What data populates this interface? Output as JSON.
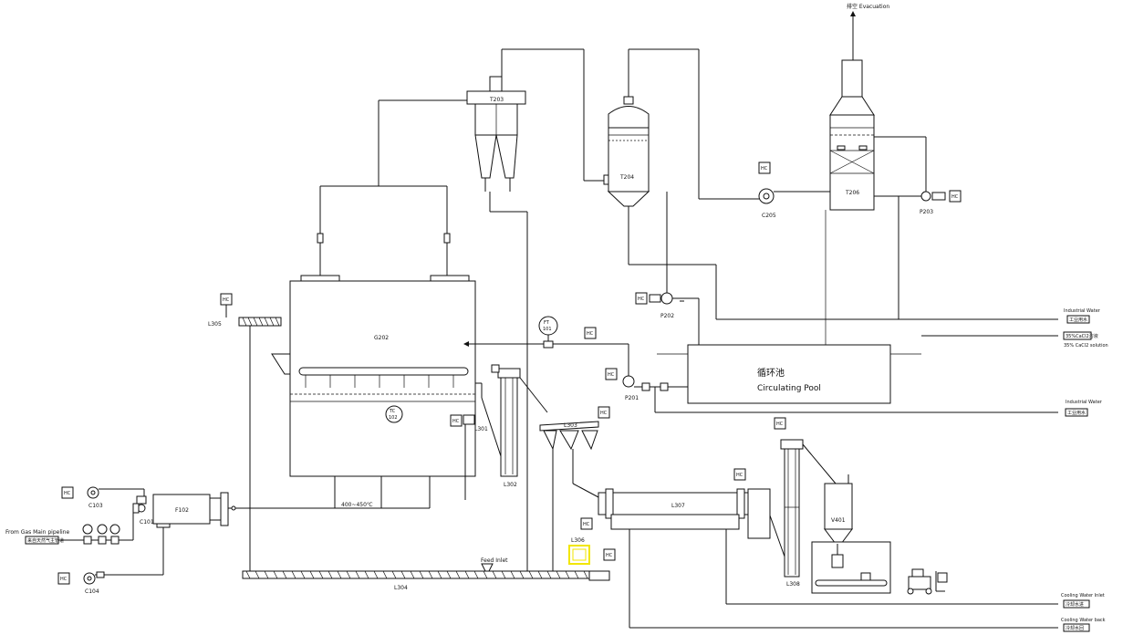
{
  "labels": {
    "evacuation": "排空 Evacuation",
    "t203": "T203",
    "t204": "T204",
    "t206": "T206",
    "c205": "C205",
    "p203": "P203",
    "p202": "P202",
    "p201": "P201",
    "g202": "G202",
    "l305": "L305",
    "l301": "L301",
    "l302": "L302",
    "l303": "L303",
    "l304": "L304",
    "l306": "L306",
    "l307": "L307",
    "l308": "L308",
    "v401": "V401",
    "f102": "F102",
    "c101": "C101",
    "c103": "C103",
    "c104": "C104",
    "ft101_top": "FT",
    "ft101_bot": "101",
    "tc102_top": "TC",
    "tc102_bot": "102",
    "temp_range": "400~450℃",
    "feed_inlet": "Feed Inlet",
    "pool_cn": "循环池",
    "pool_en": "Circulating Pool",
    "industrial_water_1": "Industrial Water",
    "cacl2_solution": "35% CaCl2 solution",
    "industrial_water_2": "Industrial Water",
    "cooling_water_inlet": "Cooling Water Inlet",
    "cooling_water_back": "Cooling Water back",
    "gas_main": "From Gas Main pipeline",
    "gas_main_cn": "来自天然气主管道",
    "tag_industrial_water_cn": "工业用水",
    "tag_cacl2_cn": "35%CaCl2溶液",
    "tag_industrial_water_cn_2": "工业用水",
    "tag_cooling_inlet_cn": "冷却水进",
    "tag_cooling_back_cn": "冷却水回"
  },
  "colors": {
    "line": "#111111",
    "highlight": "#f2e600",
    "background": "#ffffff"
  }
}
